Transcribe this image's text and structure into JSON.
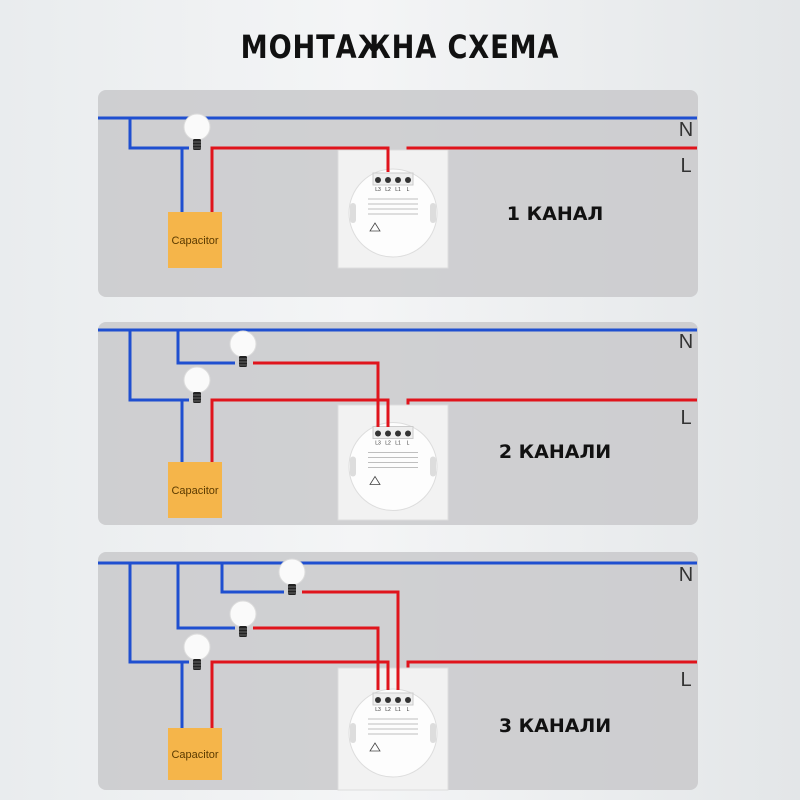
{
  "title": "МОНТАЖНА СХЕМА",
  "neutral_label": "N",
  "live_label": "L",
  "capacitor_label": "Capacitor",
  "terminal_labels": [
    "L3",
    "L2",
    "L1",
    "L"
  ],
  "panels": [
    {
      "label": "1 КАНАЛ",
      "channels": 1
    },
    {
      "label": "2 КАНАЛИ",
      "channels": 2
    },
    {
      "label": "3 КАНАЛИ",
      "channels": 3
    }
  ],
  "colors": {
    "neutral": "#1f4fd0",
    "live": "#e0141c",
    "capacitor": "#f5b54a",
    "panel": "#c9c9cb"
  }
}
